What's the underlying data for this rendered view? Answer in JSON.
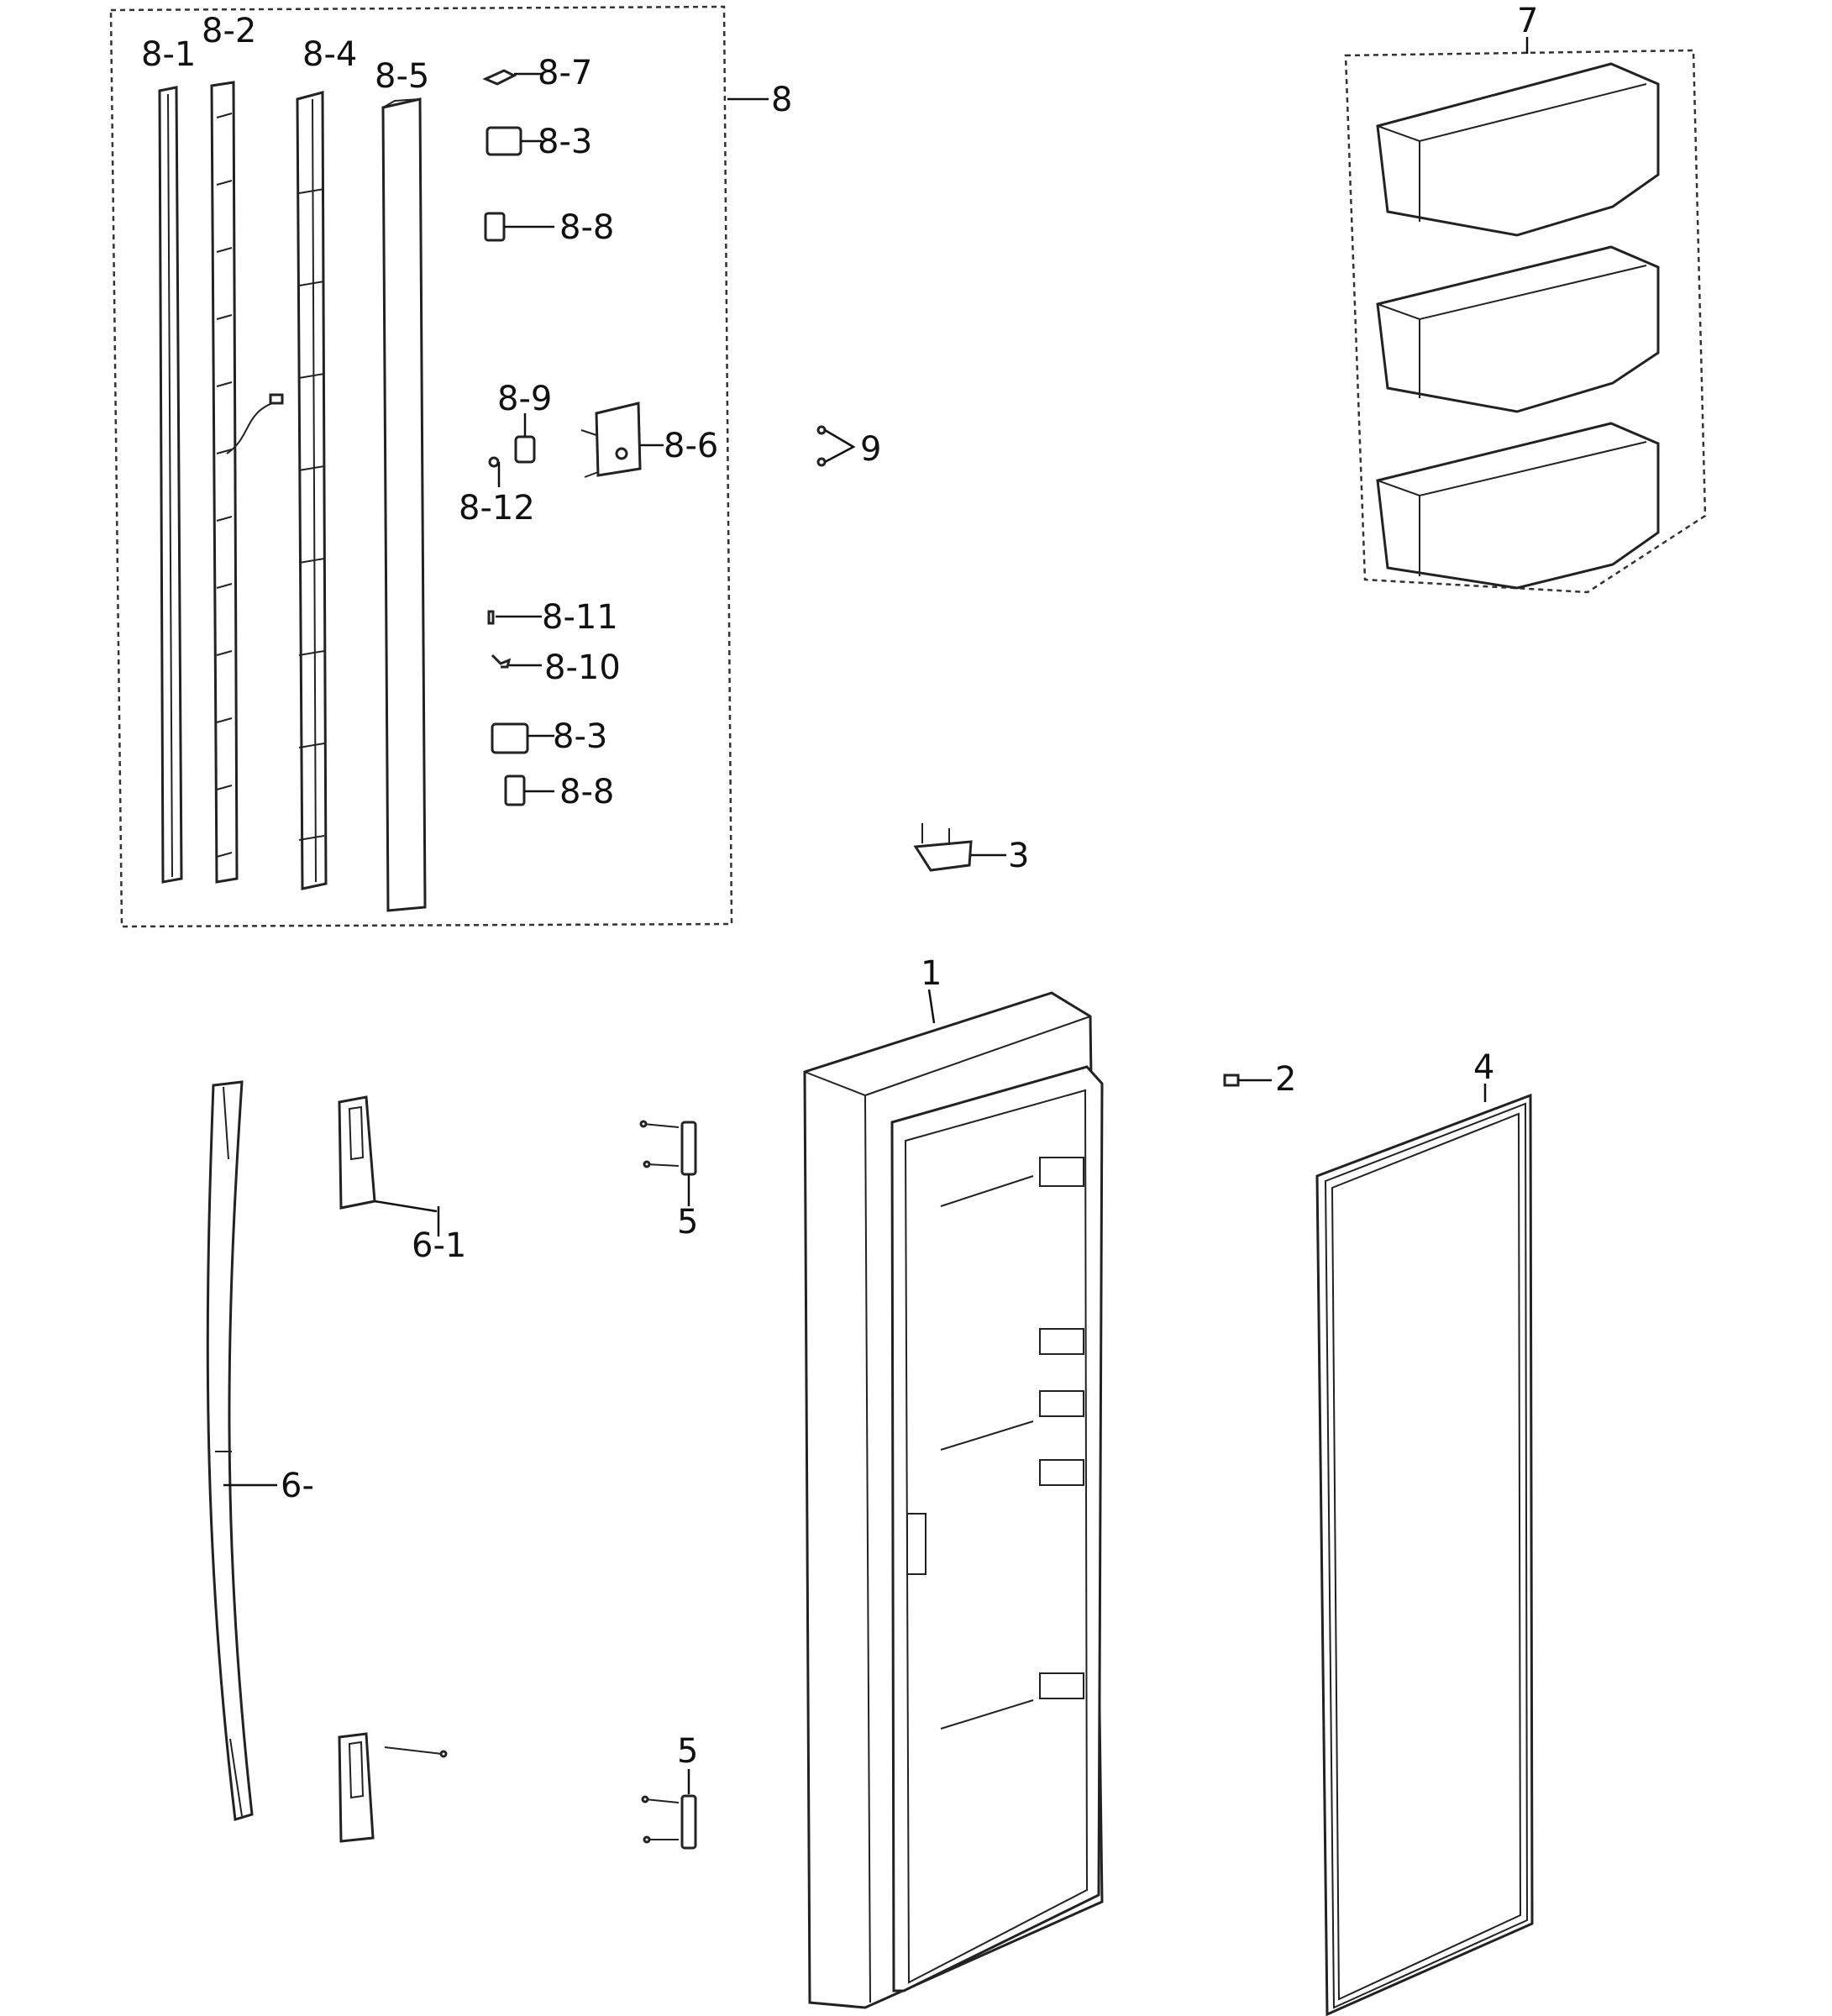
{
  "labels": {
    "l8_1": "8-1",
    "l8_2": "8-2",
    "l8_4": "8-4",
    "l8_5": "8-5",
    "l8_7": "8-7",
    "l8_3a": "8-3",
    "l8_8a": "8-8",
    "l8": "8",
    "l8_9": "8-9",
    "l8_6": "8-6",
    "l8_12": "8-12",
    "l9": "9",
    "l8_11": "8-11",
    "l8_10": "8-10",
    "l8_3b": "8-3",
    "l8_8b": "8-8",
    "l7": "7",
    "l3": "3",
    "l1": "1",
    "l2": "2",
    "l4": "4",
    "l5a": "5",
    "l6_1": "6-1",
    "l6": "6-",
    "l5b": "5"
  }
}
